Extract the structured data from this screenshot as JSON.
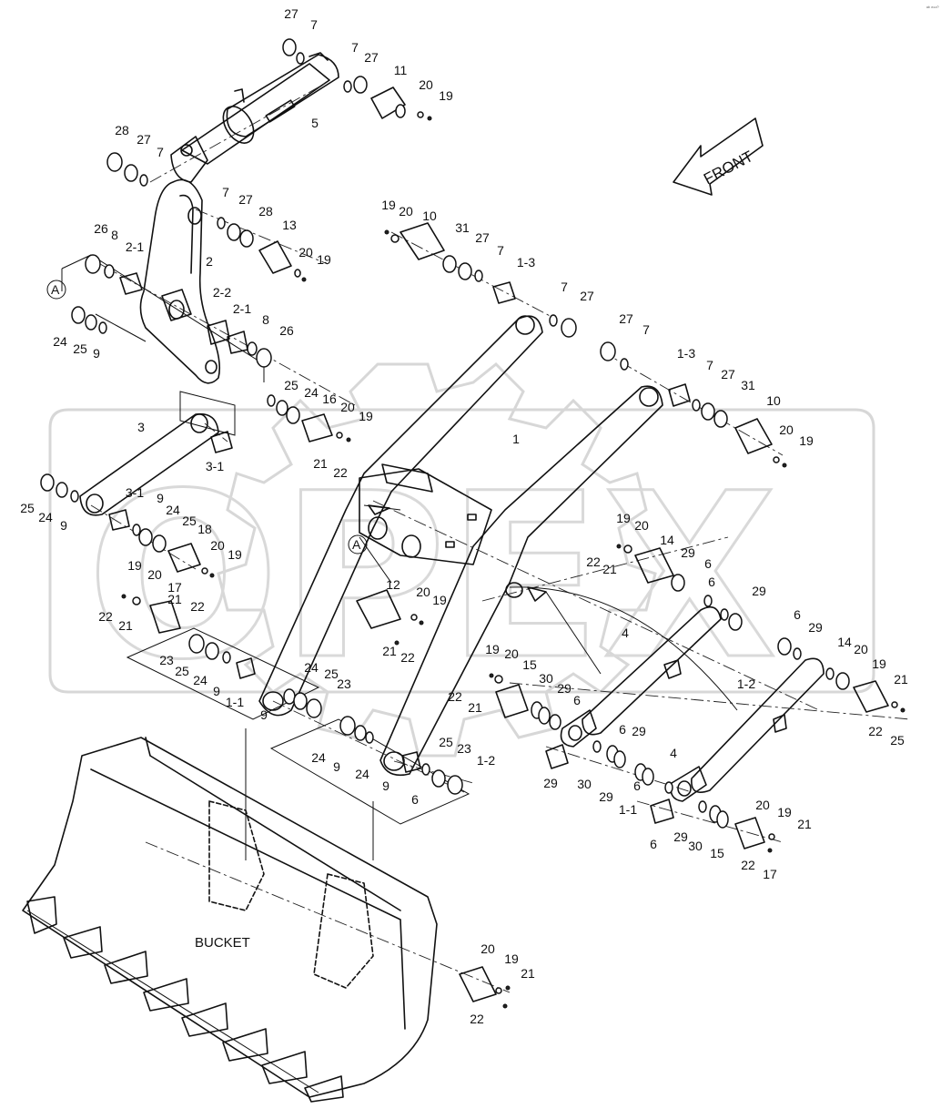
{
  "diagram": {
    "type": "exploded-parts-diagram",
    "direction_label": "FRONT",
    "bucket_label": "BUCKET",
    "reference_marker": "A",
    "watermark_logo": "OPEX",
    "corner_mark": "ᵃᵇ ⁸⁹⁹⁰",
    "callouts": [
      "27",
      "7",
      "7",
      "27",
      "11",
      "20",
      "19",
      "5",
      "28",
      "27",
      "7",
      "7",
      "27",
      "28",
      "13",
      "20",
      "19",
      "19",
      "20",
      "10",
      "31",
      "27",
      "7",
      "1-3",
      "7",
      "27",
      "26",
      "8",
      "2-1",
      "2",
      "2-2",
      "2-1",
      "8",
      "26",
      "24",
      "25",
      "9",
      "25",
      "24",
      "16",
      "20",
      "19",
      "21",
      "22",
      "27",
      "7",
      "1-3",
      "7",
      "27",
      "31",
      "10",
      "20",
      "19",
      "3",
      "3-1",
      "25",
      "24",
      "9",
      "3-1",
      "9",
      "24",
      "25",
      "18",
      "20",
      "19",
      "1",
      "19",
      "20",
      "14",
      "22",
      "21",
      "29",
      "6",
      "6",
      "29",
      "19",
      "20",
      "17",
      "22",
      "21",
      "21",
      "22",
      "12",
      "20",
      "19",
      "21",
      "22",
      "23",
      "25",
      "24",
      "9",
      "1-1",
      "9",
      "24",
      "25",
      "23",
      "4",
      "19",
      "20",
      "15",
      "22",
      "21",
      "30",
      "29",
      "6",
      "6",
      "29",
      "6",
      "6",
      "29",
      "14",
      "20",
      "19",
      "21",
      "22",
      "25",
      "24",
      "9",
      "24",
      "25",
      "23",
      "1-2",
      "29",
      "30",
      "29",
      "1-1",
      "9",
      "6",
      "4",
      "1-2",
      "6",
      "29",
      "30",
      "15",
      "20",
      "19",
      "21",
      "22",
      "17",
      "20",
      "19",
      "21",
      "22"
    ]
  }
}
